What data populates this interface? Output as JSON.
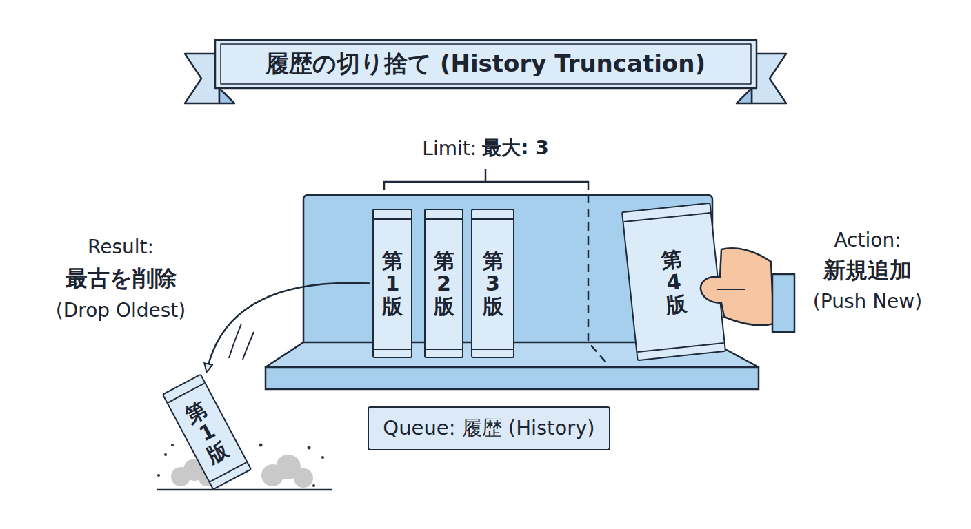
{
  "diagram": {
    "title": "履歴の切り捨て (History Truncation)",
    "nodes": [
      {
        "text": [
          "第1版"
        ]
      },
      {
        "text": [
          "第2版"
        ]
      },
      {
        "text": [
          "第3版"
        ]
      },
      {
        "text": [
          "第4版"
        ]
      },
      {
        "text": [
          "第1版"
        ]
      },
      {
        "text": [
          "Queue: 履歴 (History)"
        ]
      }
    ],
    "edges": [
      {
        "from": 0,
        "to": 4,
        "arrow": "to"
      }
    ],
    "labels": [
      "Limit:",
      "最大: 3",
      "Result:",
      "最古を削除",
      "(Drop Oldest)",
      "Action:",
      "新規追加",
      "(Push New)"
    ]
  }
}
